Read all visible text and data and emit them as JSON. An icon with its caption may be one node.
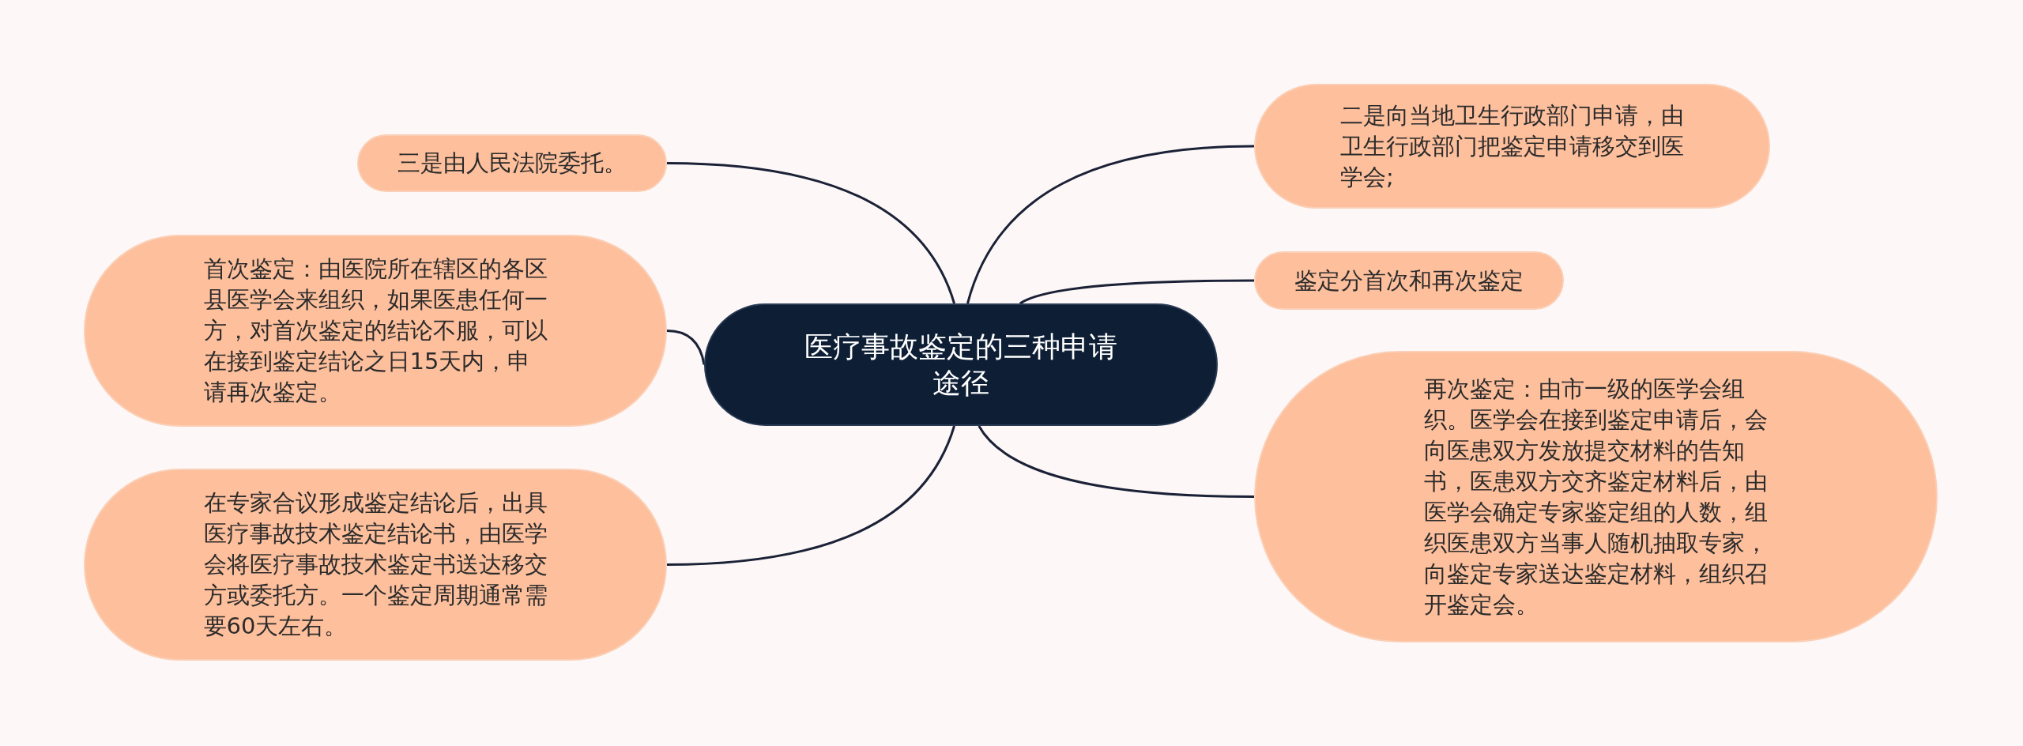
{
  "diagram": {
    "nodes": [
      {
        "text": [
          "医疗事故鉴定的三种申请途径"
        ]
      },
      {
        "text": [
          "三是由人民法院委托。"
        ]
      },
      {
        "text": [
          "首次鉴定：由医院所在辖区的各区县医学会来组织，如果医患任何一方，对首次鉴定的结论不服，可以在接到鉴定结论之日15天内，申请再次鉴定。"
        ]
      },
      {
        "text": [
          "在专家合议形成鉴定结论后，出具医疗事故技术鉴定结论书，由医学会将医疗事故技术鉴定书送达移交方或委托方。一个鉴定周期通常需要60天左右。"
        ]
      },
      {
        "text": [
          "二是向当地卫生行政部门申请，由卫生行政部门把鉴定申请移交到医学会;"
        ]
      },
      {
        "text": [
          "鉴定分首次和再次鉴定"
        ]
      },
      {
        "text": [
          "再次鉴定：由市一级的医学会组织。医学会在接到鉴定申请后，会向医患双方发放提交材料的告知书，医患双方交齐鉴定材料后，由医学会确定专家鉴定组的人数，组织医患双方当事人随机抽取专家，向鉴定专家送达鉴定材料，组织召开鉴定会。"
        ]
      }
    ],
    "edges": [
      {
        "from": 0,
        "to": 1,
        "arrow": "none"
      },
      {
        "from": 0,
        "to": 2,
        "arrow": "none"
      },
      {
        "from": 0,
        "to": 3,
        "arrow": "none"
      },
      {
        "from": 0,
        "to": 4,
        "arrow": "none"
      },
      {
        "from": 0,
        "to": 5,
        "arrow": "none"
      },
      {
        "from": 0,
        "to": 6,
        "arrow": "none"
      }
    ]
  }
}
